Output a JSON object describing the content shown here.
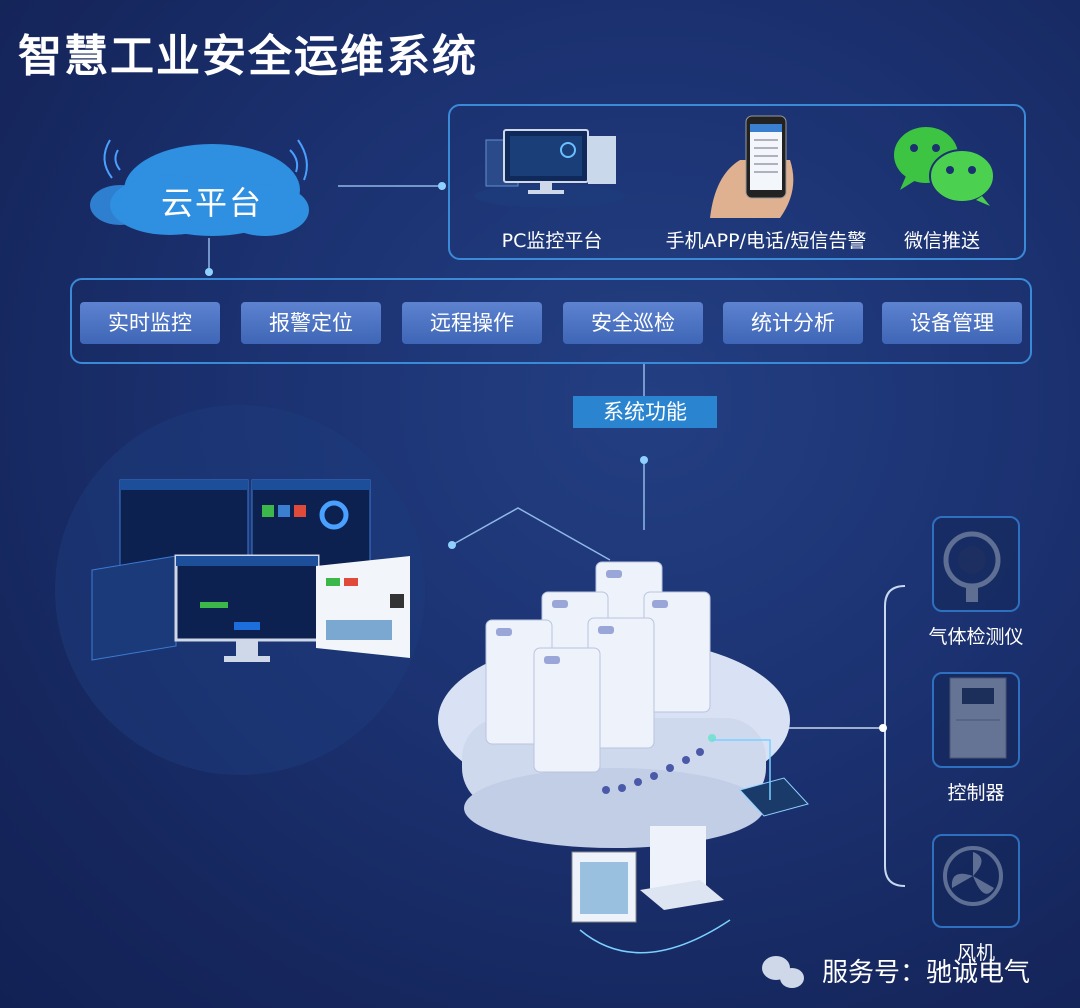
{
  "title": "智慧工业安全运维系统",
  "cloud_platform": "云平台",
  "channels": [
    {
      "label": "PC监控平台",
      "icon": "pc-monitor-icon"
    },
    {
      "label": "手机APP/电话/短信告警",
      "icon": "smartphone-icon"
    },
    {
      "label": "微信推送",
      "icon": "wechat-icon"
    }
  ],
  "functions": [
    "实时监控",
    "报警定位",
    "远程操作",
    "安全巡检",
    "统计分析",
    "设备管理"
  ],
  "system_function_label": "系统功能",
  "devices": [
    {
      "label": "气体检测仪",
      "icon": "gas-detector-icon"
    },
    {
      "label": "控制器",
      "icon": "controller-icon"
    },
    {
      "label": "风机",
      "icon": "fan-icon"
    }
  ],
  "footer": "服务号：驰诚电气",
  "colors": {
    "background": "#1b3170",
    "border": "#3a8ad8",
    "button": "#4a72c4",
    "label_bg": "#2a84d0",
    "cloud": "#2f8fe0"
  }
}
